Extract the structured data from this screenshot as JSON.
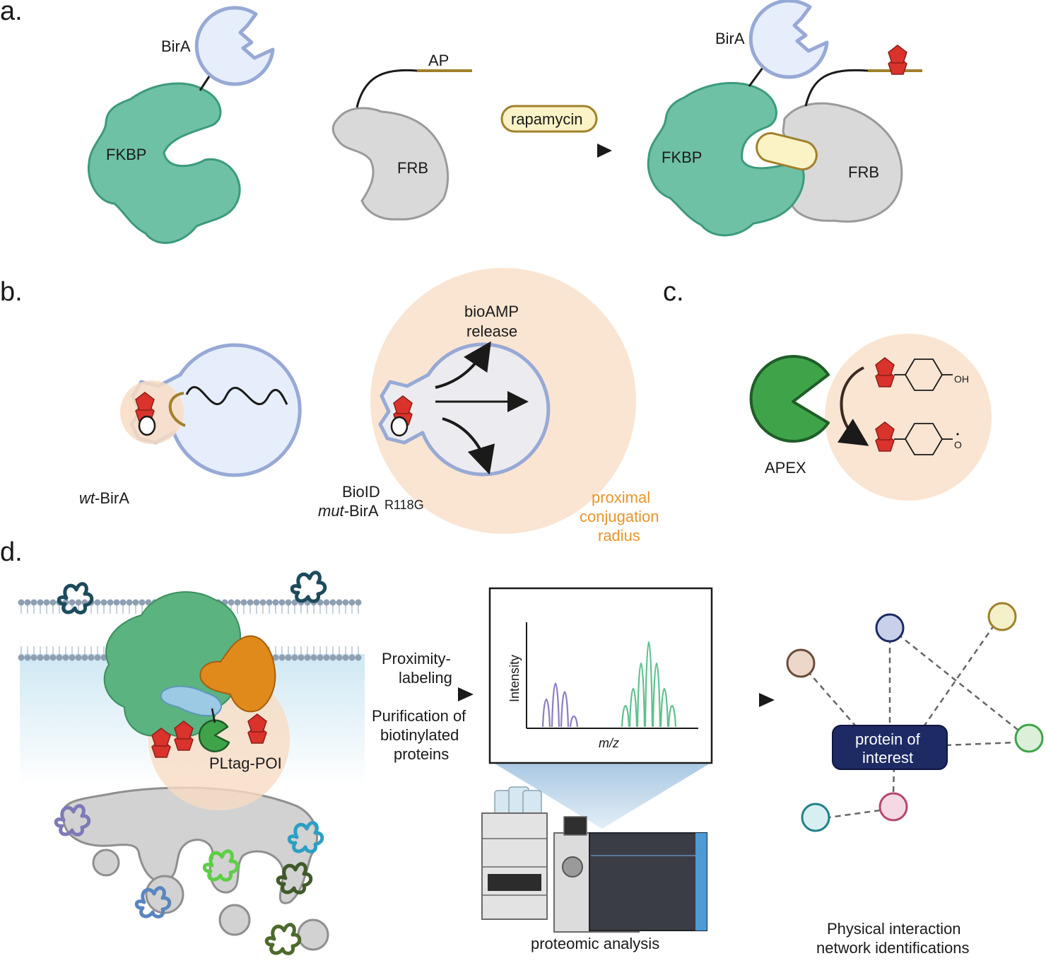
{
  "panel_a": {
    "letter": "a.",
    "birA": "BirA",
    "fkbp": "FKBP",
    "ap": "AP",
    "frb": "FRB",
    "rapamycin": "rapamycin",
    "birA_right": "BirA",
    "fkbp_right": "FKBP",
    "frb_right": "FRB"
  },
  "panel_b": {
    "letter": "b.",
    "wt_prefix": "wt",
    "wt_suffix": "-BirA",
    "bioid": "BioID",
    "mut_prefix": "mut",
    "mut_suffix": "-BirA",
    "mut_superscript": "R118G",
    "bioamp_line1": "bioAMP",
    "bioamp_line2": "release",
    "radius_line1": "proximal",
    "radius_line2": "conjugation",
    "radius_line3": "radius"
  },
  "panel_c": {
    "letter": "c.",
    "apex": "APEX",
    "oh": "OH",
    "o_radical": "O"
  },
  "panel_d": {
    "letter": "d.",
    "pltag": "PLtag-POI",
    "step1_line1": "Proximity-",
    "step1_line2": "labeling",
    "step2_line1": "Purification of",
    "step2_line2": "biotinylated",
    "step2_line3": "proteins",
    "ylabel": "Intensity",
    "xlabel": "m/z",
    "proteomic": "proteomic analysis",
    "poi_line1": "protein of",
    "poi_line2": "interest",
    "network_line1": "Physical interaction",
    "network_line2": "network identifications"
  },
  "colors": {
    "fkbp_teal": "#6fc1a6",
    "frb_gray": "#d9d9d9",
    "birA_blue": "#e6eefb",
    "birA_outline": "#97a9d6",
    "biotin_red": "#d9332b",
    "radius_peach": "#f8dcc3",
    "apex_green": "#3fa34a",
    "orange_protein": "#e08a1c",
    "poi_navy": "#1d2a63"
  }
}
